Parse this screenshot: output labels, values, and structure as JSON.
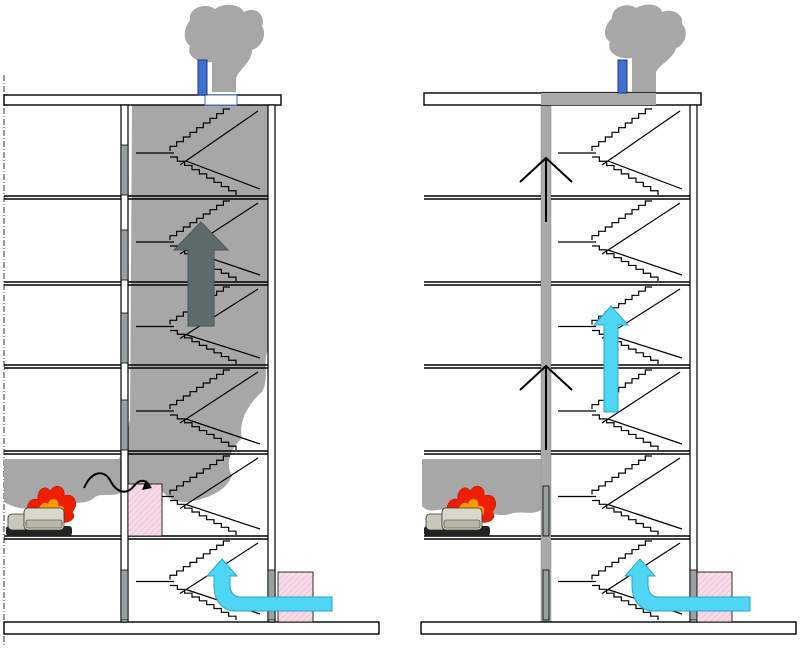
{
  "colors": {
    "smoke": "#a7a7a7",
    "line": "#000000",
    "slab_fill": "#ffffff",
    "window_blue": "#3f6fd0",
    "arrow_smoke": "#5f6b6b",
    "arrow_air": "#4fd6f5",
    "arrow_air_edge": "#2aa6c8",
    "door_fill": "#f6dbe6",
    "fire_red": "#f01e00",
    "fire_orange": "#ff9a00",
    "fire_yellow": "#ffe21a",
    "furniture": "#c8c8b8",
    "grey_shaft": "#a9a9a9"
  },
  "panels": [
    {
      "id": "left",
      "scenario": "smoke-fills-stairwell",
      "shaft_pressurized": false
    },
    {
      "id": "right",
      "scenario": "pressurized-stairwell",
      "shaft_pressurized": true
    }
  ],
  "icons": {
    "fire": "fire-icon",
    "furniture": "sofa-icon",
    "smoke_arrow": "up-arrow-icon",
    "air_arrow": "curved-arrow-icon",
    "shaft_arrow": "chevron-up-arrow-icon",
    "heat_wave": "wave-icon"
  }
}
